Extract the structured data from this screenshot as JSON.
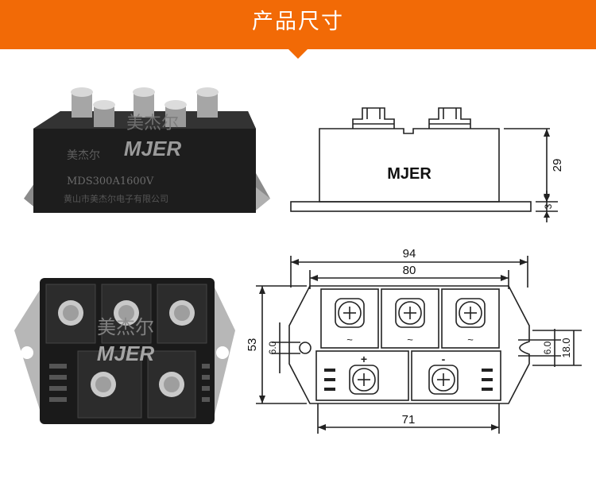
{
  "header": {
    "title": "产品尺寸",
    "accent_color": "#f26a06"
  },
  "photo_side": {
    "watermark_cn": "美杰尔",
    "watermark_en": "MJER",
    "model": "MDS300A1600V",
    "maker": "黄山市美杰尔电子有限公司"
  },
  "photo_top": {
    "watermark_cn": "美杰尔",
    "watermark_en": "MJER"
  },
  "drawing_side": {
    "brand": "MJER",
    "dim_height": "29",
    "dim_base": "3"
  },
  "drawing_top": {
    "dim_overall": "94",
    "dim_inner": "80",
    "dim_bottom": "71",
    "dim_height": "53",
    "dim_hole": "6.0",
    "dim_slot": "6.0",
    "dim_slot_pitch": "18.0",
    "ac_symbol": "~",
    "plus_symbol": "+",
    "minus_symbol": "-"
  }
}
